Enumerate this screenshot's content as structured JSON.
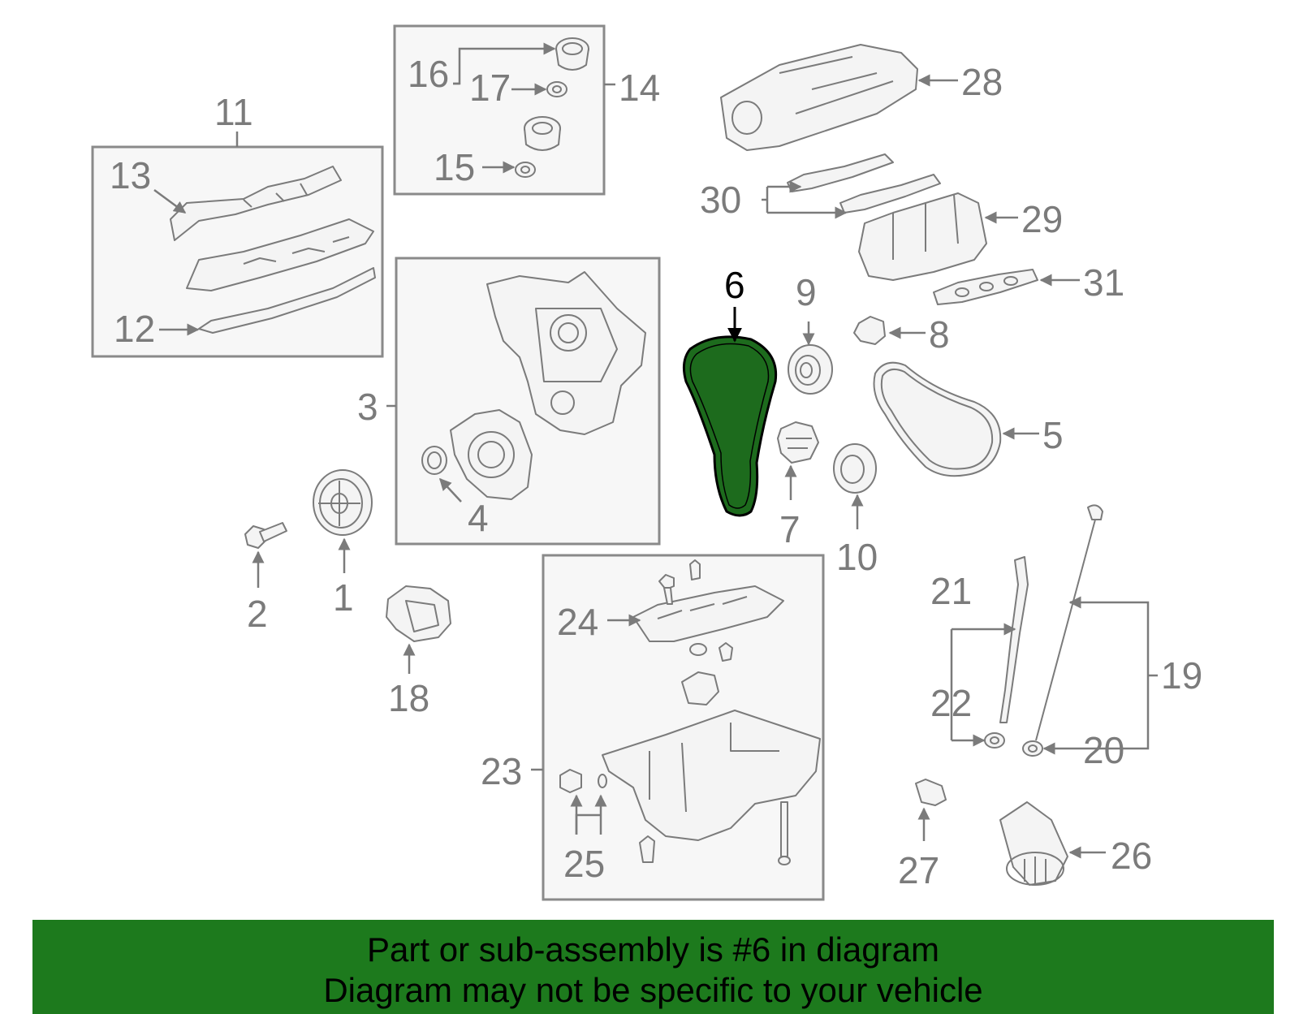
{
  "diagram": {
    "callouts": {
      "c1": "1",
      "c2": "2",
      "c3": "3",
      "c4": "4",
      "c5": "5",
      "c6": "6",
      "c7": "7",
      "c8": "8",
      "c9": "9",
      "c10": "10",
      "c11": "11",
      "c12": "12",
      "c13": "13",
      "c14": "14",
      "c15": "15",
      "c16": "16",
      "c17": "17",
      "c18": "18",
      "c19": "19",
      "c20": "20",
      "c21": "21",
      "c22": "22",
      "c23": "23",
      "c24": "24",
      "c25": "25",
      "c26": "26",
      "c27": "27",
      "c28": "28",
      "c29": "29",
      "c30": "30",
      "c31": "31"
    },
    "highlighted_part": "6",
    "highlight_color": "#1d6b1d"
  },
  "banner": {
    "line1": "Part or sub-assembly is #6 in diagram",
    "line2": "Diagram may not be specific to your vehicle",
    "background": "#1d7a1d"
  }
}
